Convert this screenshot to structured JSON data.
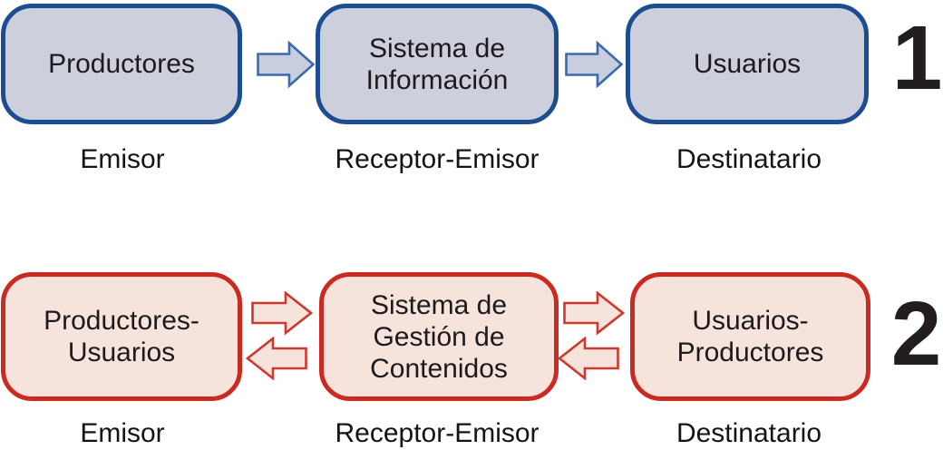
{
  "diagram": {
    "description": "Two communication-flow models",
    "rows": [
      {
        "number_label": "1",
        "flow": "one-way",
        "theme": {
          "box_fill": "#cdcfdc",
          "box_border": "#1c4d90",
          "arrow_fill": "#c9cedf",
          "arrow_stroke": "#3a69af"
        },
        "boxes": [
          {
            "lines": [
              "Productores"
            ],
            "role": "Emisor"
          },
          {
            "lines": [
              "Sistema de",
              "Información"
            ],
            "role": "Receptor-Emisor"
          },
          {
            "lines": [
              "Usuarios"
            ],
            "role": "Destinatario"
          }
        ]
      },
      {
        "number_label": "2",
        "flow": "two-way",
        "theme": {
          "box_fill": "#f6e3dc",
          "box_border": "#cb2a21",
          "arrow_fill": "#f6e3dc",
          "arrow_stroke": "#d0382e"
        },
        "boxes": [
          {
            "lines": [
              "Productores-",
              "Usuarios"
            ],
            "role": "Emisor"
          },
          {
            "lines": [
              "Sistema de",
              "Gestión de",
              "Contenidos"
            ],
            "role": "Receptor-Emisor"
          },
          {
            "lines": [
              "Usuarios-",
              "Productores"
            ],
            "role": "Destinatario"
          }
        ]
      }
    ]
  }
}
